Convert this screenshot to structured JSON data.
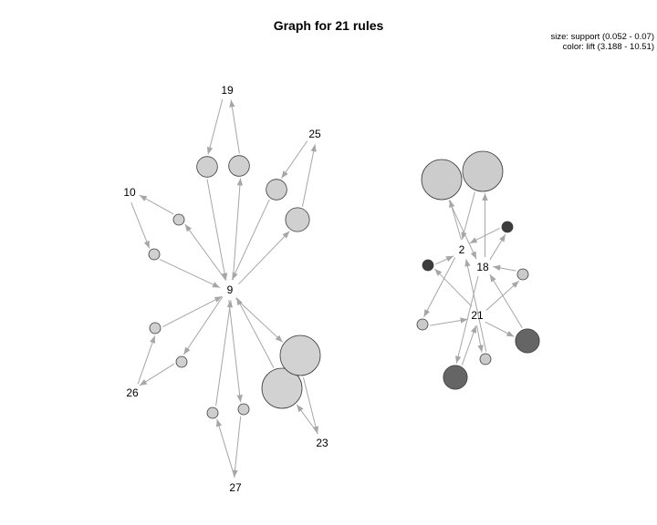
{
  "title": "Graph for 21 rules",
  "legend": {
    "size": "size: support (0.052 - 0.07)",
    "color": "color: lift (3.188 - 10.51)"
  },
  "colors": {
    "edge": "#a6a6a6",
    "node_stroke": "#3a3a3a"
  },
  "item_labels": [
    "19",
    "25",
    "10",
    "9",
    "26",
    "23",
    "27",
    "2",
    "18",
    "21"
  ],
  "rules": [
    {
      "id": "r1",
      "support": 0.052,
      "lift": 3.4
    },
    {
      "id": "r2",
      "support": 0.052,
      "lift": 3.4
    },
    {
      "id": "r3",
      "support": 0.06,
      "lift": 3.3
    },
    {
      "id": "r4",
      "support": 0.058,
      "lift": 3.3
    },
    {
      "id": "r5",
      "support": 0.058,
      "lift": 3.3
    },
    {
      "id": "r6",
      "support": 0.058,
      "lift": 3.3
    },
    {
      "id": "r7",
      "support": 0.052,
      "lift": 3.3
    },
    {
      "id": "r8",
      "support": 0.052,
      "lift": 3.3
    },
    {
      "id": "r9",
      "support": 0.07,
      "lift": 3.2
    },
    {
      "id": "r10",
      "support": 0.07,
      "lift": 3.2
    },
    {
      "id": "r11",
      "support": 0.052,
      "lift": 3.3
    },
    {
      "id": "r12",
      "support": 0.052,
      "lift": 3.3
    },
    {
      "id": "r13",
      "support": 0.07,
      "lift": 3.5
    },
    {
      "id": "r14",
      "support": 0.07,
      "lift": 3.5
    },
    {
      "id": "r15",
      "support": 0.052,
      "lift": 10.5
    },
    {
      "id": "r16",
      "support": 0.052,
      "lift": 10.5
    },
    {
      "id": "r17",
      "support": 0.052,
      "lift": 3.6
    },
    {
      "id": "r18",
      "support": 0.052,
      "lift": 3.6
    },
    {
      "id": "r19",
      "support": 0.06,
      "lift": 8.5
    },
    {
      "id": "r20",
      "support": 0.06,
      "lift": 8.5
    },
    {
      "id": "r21",
      "support": 0.052,
      "lift": 3.6
    }
  ],
  "edges": [
    [
      "27",
      "r1"
    ],
    [
      "r1",
      "9"
    ],
    [
      "9",
      "r2"
    ],
    [
      "r2",
      "27"
    ],
    [
      "9",
      "r3"
    ],
    [
      "r3",
      "25"
    ],
    [
      "25",
      "r4"
    ],
    [
      "r4",
      "9"
    ],
    [
      "19",
      "r5"
    ],
    [
      "r5",
      "9"
    ],
    [
      "9",
      "r6"
    ],
    [
      "r6",
      "19"
    ],
    [
      "10",
      "r7"
    ],
    [
      "r7",
      "9"
    ],
    [
      "9",
      "r8"
    ],
    [
      "r8",
      "10"
    ],
    [
      "23",
      "r9"
    ],
    [
      "r9",
      "9"
    ],
    [
      "9",
      "r10"
    ],
    [
      "r10",
      "23"
    ],
    [
      "26",
      "r11"
    ],
    [
      "r11",
      "9"
    ],
    [
      "9",
      "r12"
    ],
    [
      "r12",
      "26"
    ],
    [
      "2",
      "r13"
    ],
    [
      "r13",
      "18"
    ],
    [
      "18",
      "r14"
    ],
    [
      "r14",
      "2"
    ],
    [
      "21",
      "r15"
    ],
    [
      "r15",
      "2"
    ],
    [
      "18",
      "r16"
    ],
    [
      "r16",
      "2"
    ],
    [
      "2",
      "r17"
    ],
    [
      "r17",
      "21"
    ],
    [
      "21",
      "r18"
    ],
    [
      "r18",
      "2"
    ],
    [
      "18",
      "r19"
    ],
    [
      "r19",
      "21"
    ],
    [
      "21",
      "r20"
    ],
    [
      "r20",
      "18"
    ],
    [
      "21",
      "r21"
    ],
    [
      "r21",
      "18"
    ]
  ]
}
